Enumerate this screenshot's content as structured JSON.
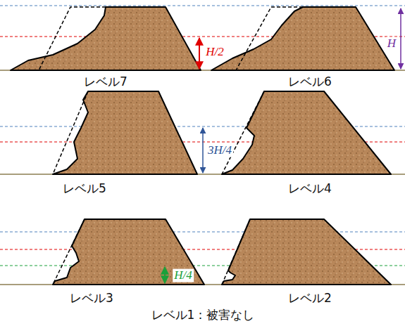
{
  "diagram": {
    "labels": [
      "H/2",
      "H",
      "レベル7",
      "レベル6",
      "3H/4",
      "レベル5",
      "レベル4",
      "H/4",
      "レベル3",
      "レベル2",
      "レベル1：被害なし"
    ]
  }
}
